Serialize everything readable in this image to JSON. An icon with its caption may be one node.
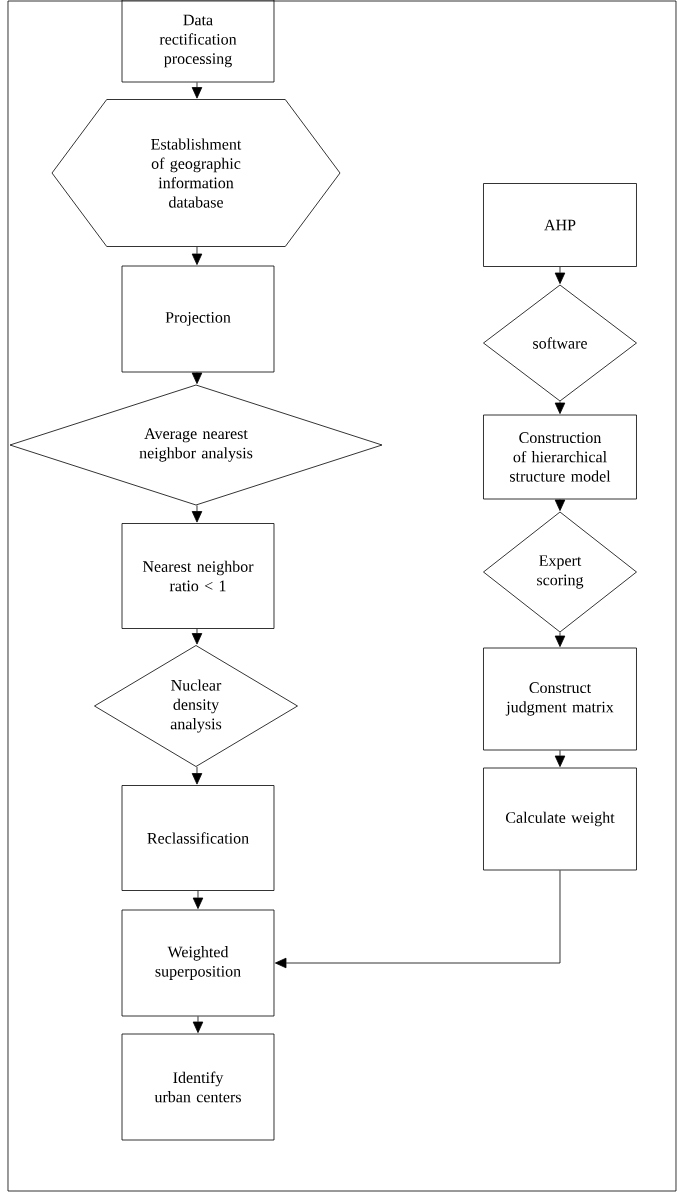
{
  "diagram": {
    "nodes": [
      {
        "text": [
          "Data rectification processing"
        ]
      },
      {
        "text": [
          "Establishment of geographic information database"
        ]
      },
      {
        "text": [
          "Projection"
        ]
      },
      {
        "text": [
          "Average nearest neighbor analysis"
        ]
      },
      {
        "text": [
          "Nearest neighbor ratio < 1"
        ]
      },
      {
        "text": [
          "Nuclear density analysis"
        ]
      },
      {
        "text": [
          "Reclassification"
        ]
      },
      {
        "text": [
          "Weighted superposition"
        ]
      },
      {
        "text": [
          "Identify urban centers"
        ]
      },
      {
        "text": [
          "AHP"
        ]
      },
      {
        "text": [
          "software"
        ]
      },
      {
        "text": [
          "Construction of hierarchical structure model"
        ]
      },
      {
        "text": [
          "Expert scoring"
        ]
      },
      {
        "text": [
          "Construct judgment matrix"
        ]
      },
      {
        "text": [
          "Calculate weight"
        ]
      }
    ],
    "edges": [
      {
        "from": 0,
        "to": 1,
        "arrow": "to"
      },
      {
        "from": 1,
        "to": 2,
        "arrow": "to"
      },
      {
        "from": 2,
        "to": 3,
        "arrow": "to"
      },
      {
        "from": 3,
        "to": 4,
        "arrow": "to"
      },
      {
        "from": 4,
        "to": 5,
        "arrow": "to"
      },
      {
        "from": 5,
        "to": 6,
        "arrow": "to"
      },
      {
        "from": 6,
        "to": 7,
        "arrow": "to"
      },
      {
        "from": 7,
        "to": 8,
        "arrow": "to"
      },
      {
        "from": 9,
        "to": 10,
        "arrow": "to"
      },
      {
        "from": 10,
        "to": 11,
        "arrow": "to"
      },
      {
        "from": 11,
        "to": 12,
        "arrow": "to"
      },
      {
        "from": 12,
        "to": 13,
        "arrow": "to"
      },
      {
        "from": 13,
        "to": 14,
        "arrow": "to"
      },
      {
        "from": 14,
        "to": 7,
        "arrow": "to"
      }
    ]
  }
}
